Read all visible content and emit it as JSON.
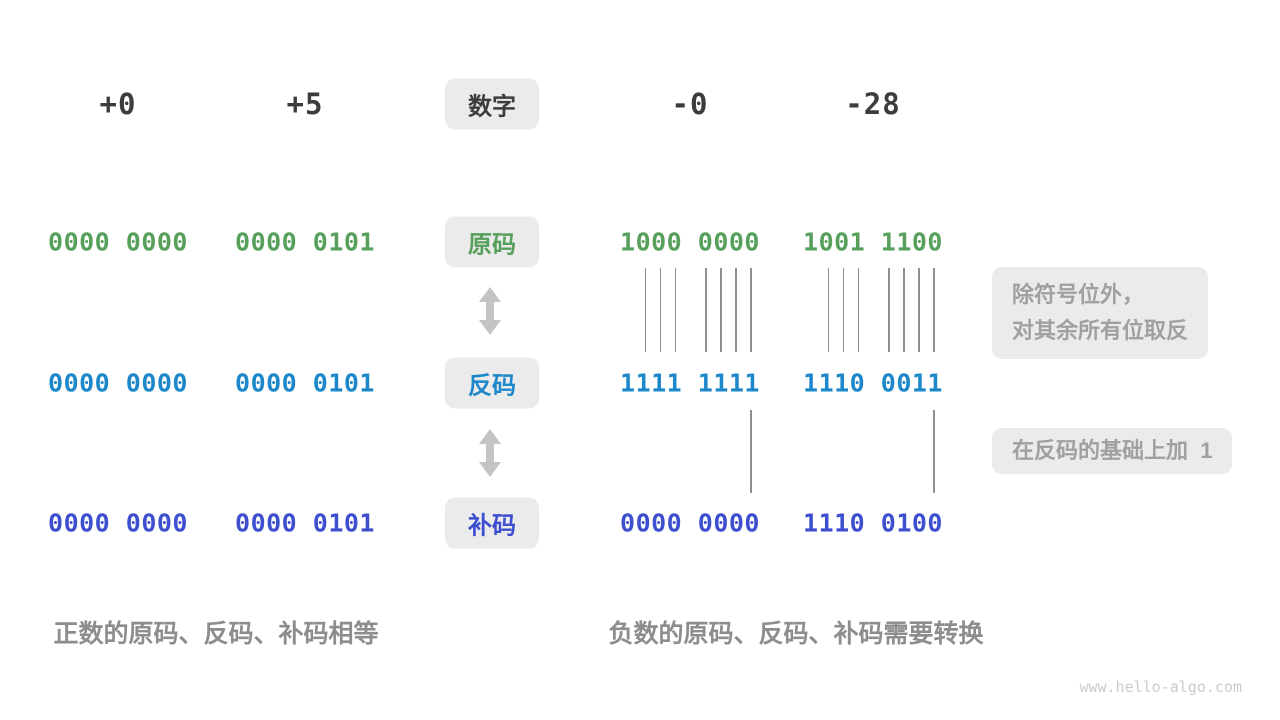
{
  "palette": {
    "dark": "#3c3c3c",
    "green": "#57a05c",
    "blue": "#1c87c9",
    "indigo": "#3d4ecf",
    "box_bg": "#ebebeb",
    "note_text": "#a0a0a0",
    "caption_text": "#8d8d8d",
    "tick_line": "#8f8f8f",
    "arrow": "#c4c4c4",
    "watermark": "#cbcbcb"
  },
  "header": {
    "label": "数字",
    "values": [
      "+0",
      "+5",
      "-0",
      "-28"
    ]
  },
  "rows": [
    {
      "key": "sign_magnitude",
      "label": "原码",
      "color": "green",
      "values": [
        "0000 0000",
        "0000 0101",
        "1000 0000",
        "1001 1100"
      ]
    },
    {
      "key": "ones_complement",
      "label": "反码",
      "color": "blue",
      "values": [
        "0000 0000",
        "0000 0101",
        "1111 1111",
        "1110 0011"
      ]
    },
    {
      "key": "twos_complement",
      "label": "补码",
      "color": "indigo",
      "values": [
        "0000 0000",
        "0000 0101",
        "0000 0000",
        "1110 0100"
      ]
    }
  ],
  "annotations": {
    "invert_note_line1": "除符号位外，",
    "invert_note_line2": "对其余所有位取反",
    "add_one_note": "在反码的基础上加  1"
  },
  "captions": {
    "positive": "正数的原码、反码、补码相等",
    "negative": "负数的原码、反码、补码需要转换"
  },
  "watermark": "www.hello-algo.com"
}
